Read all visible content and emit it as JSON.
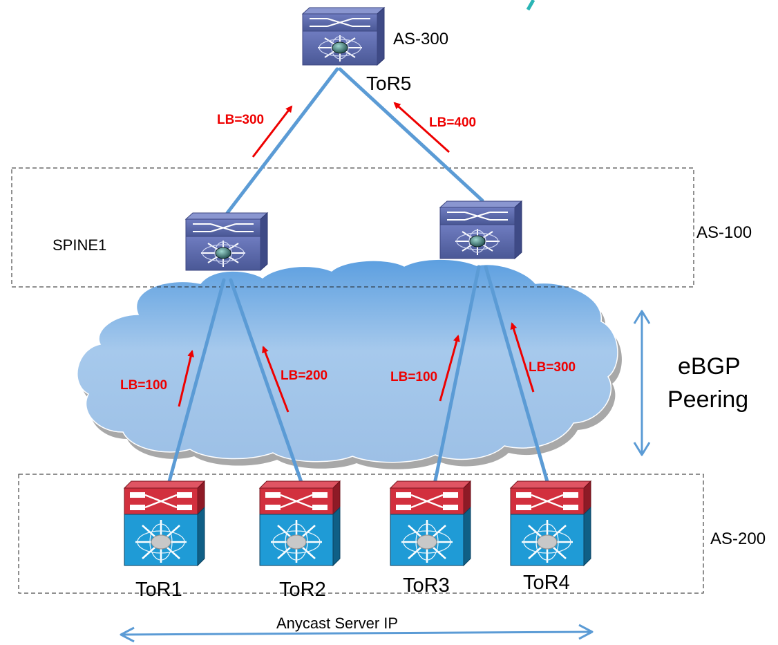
{
  "nodes": {
    "tor5": {
      "label": "ToR5",
      "as": "AS-300"
    },
    "spine1": {
      "label": "SPINE1"
    },
    "tor1": {
      "label": "ToR1"
    },
    "tor2": {
      "label": "ToR2"
    },
    "tor3": {
      "label": "ToR3"
    },
    "tor4": {
      "label": "ToR4"
    }
  },
  "zones": {
    "spine": {
      "as": "AS-100"
    },
    "leaf": {
      "as": "AS-200"
    }
  },
  "peering": {
    "line1": "eBGP",
    "line2": "Peering"
  },
  "anycast": {
    "label": "Anycast Server IP"
  },
  "lb": {
    "spine1_to_tor5": "LB=300",
    "spine2_to_tor5": "LB=400",
    "tor1_to_spine1": "LB=100",
    "tor2_to_spine1": "LB=200",
    "tor3_to_spine2": "LB=100",
    "tor4_to_spine2": "LB=300"
  },
  "colors": {
    "link": "#5b9bd5",
    "arrow": "#ee0000",
    "spine_switch": "#5866a8",
    "tor_top": "#d2303e",
    "tor_bottom": "#1f9bd6",
    "cloud": "#a9c9ea"
  }
}
